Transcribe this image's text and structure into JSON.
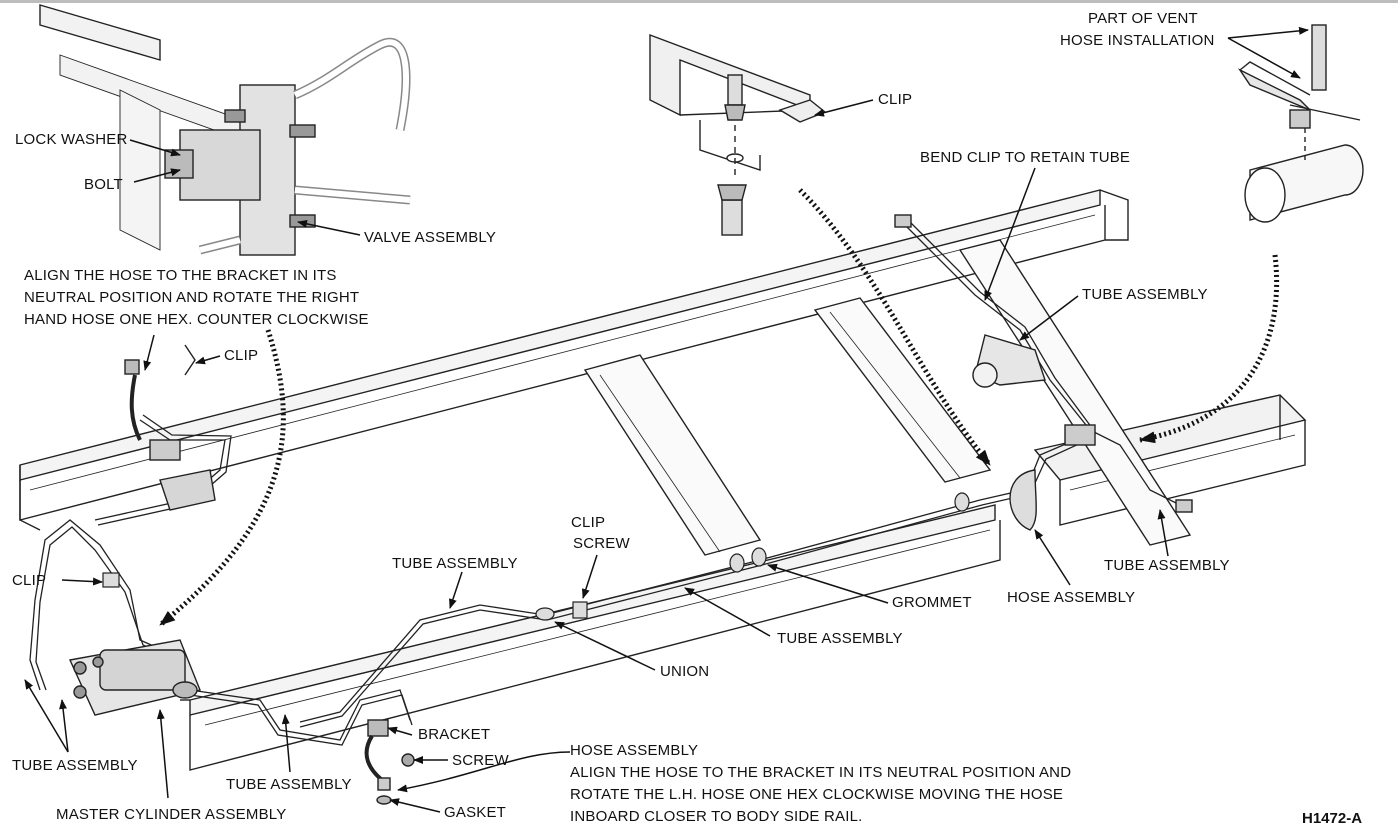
{
  "figure_id": "H1472-A",
  "labels": {
    "part_of_vent": "PART OF VENT",
    "hose_installation": "HOSE INSTALLATION",
    "clip_top": "CLIP",
    "bend_clip": "BEND CLIP TO RETAIN TUBE",
    "tube_assembly_right": "TUBE ASSEMBLY",
    "tube_assembly_right_low": "TUBE ASSEMBLY",
    "hose_assembly_right": "HOSE ASSEMBLY",
    "lock_washer": "LOCK WASHER",
    "bolt": "BOLT",
    "valve_assembly": "VALVE ASSEMBLY",
    "clip_left_upper": "CLIP",
    "clip_left": "CLIP",
    "clip_screw_1": "CLIP",
    "clip_screw_2": "SCREW",
    "tube_assembly_center": "TUBE ASSEMBLY",
    "grommet": "GROMMET",
    "tube_assembly_mid": "TUBE ASSEMBLY",
    "union": "UNION",
    "tube_assembly_left": "TUBE ASSEMBLY",
    "tube_assembly_bottom": "TUBE ASSEMBLY",
    "master_cylinder": "MASTER CYLINDER ASSEMBLY",
    "bracket": "BRACKET",
    "screw": "SCREW",
    "gasket": "GASKET",
    "hose_assembly_bottom": "HOSE ASSEMBLY"
  },
  "notes": {
    "right_hand_hose": [
      "ALIGN THE HOSE TO THE BRACKET IN ITS",
      "NEUTRAL POSITION AND ROTATE THE RIGHT",
      "HAND HOSE ONE HEX.  COUNTER CLOCKWISE"
    ],
    "left_hand_hose": [
      "ALIGN THE HOSE TO THE BRACKET IN ITS NEUTRAL POSITION AND",
      "ROTATE THE L.H. HOSE ONE HEX CLOCKWISE MOVING THE HOSE",
      "INBOARD CLOSER TO BODY SIDE RAIL."
    ]
  }
}
